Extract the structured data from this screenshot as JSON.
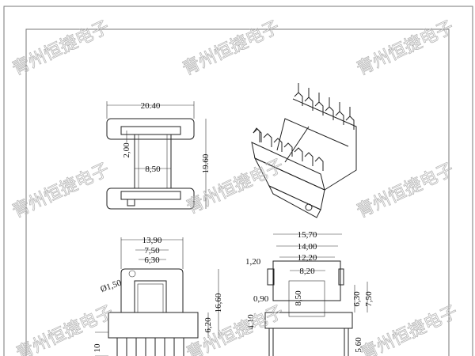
{
  "watermark": "青州恒捷电子",
  "top_view": {
    "width": "20.40",
    "height": "19.60",
    "wall": "2,00",
    "core": "8,50"
  },
  "front_view": {
    "width": "13,90",
    "inner1": "7,50",
    "inner2": "6,30",
    "hole": "Ø1,50",
    "height": "16,60",
    "base": "6,20",
    "pin": "10"
  },
  "side_view": {
    "width": "15,70",
    "inner1": "14,00",
    "inner2": "12,20",
    "core": "8,20",
    "flange": "1,20",
    "gap": "0,90",
    "height": "8,50",
    "h1": "6,30",
    "h2": "7,50",
    "base": "4,10",
    "pin": "5,60"
  }
}
